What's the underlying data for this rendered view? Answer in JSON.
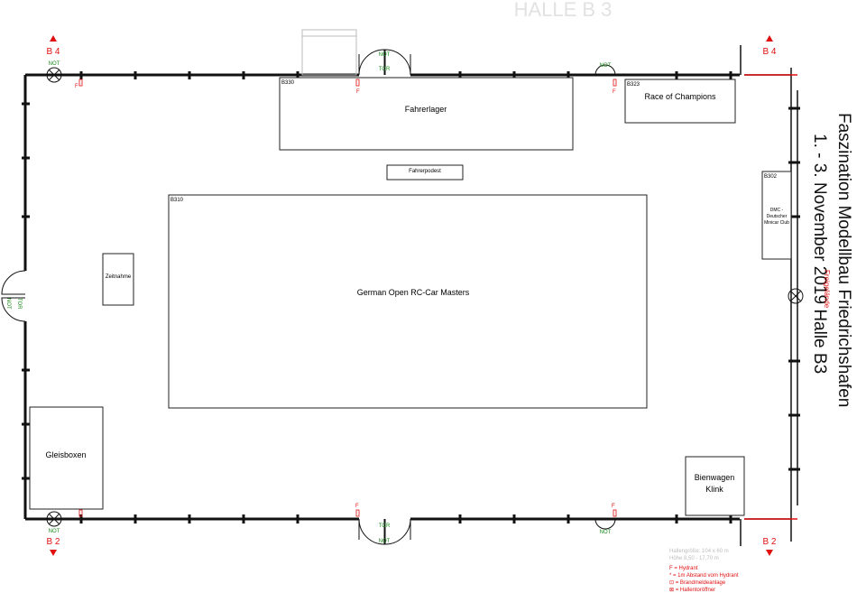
{
  "header": {
    "hall_watermark": "HALLE  B 3"
  },
  "exits": {
    "top_left": "B 4",
    "top_right": "B 4",
    "bottom_left": "B 2",
    "bottom_right": "B 2"
  },
  "doors": {
    "not_label": "NOT",
    "tor_label": "TOR"
  },
  "booths": {
    "fahrerlager": {
      "code": "B330",
      "name": "Fahrerlager"
    },
    "race_of_champions": {
      "code": "B323",
      "name": "Race of Champions"
    },
    "fahrerpodest": {
      "name": "Fahrerpodest"
    },
    "german_open": {
      "code": "B310",
      "name": "German Open RC-Car Masters"
    },
    "zeitnahme": {
      "name": "Zeitnahme"
    },
    "dmc": {
      "code": "B302",
      "line1": "DMC -",
      "line2": "Deutscher",
      "line3": "Minicar Club"
    },
    "gleisboxen": {
      "name": "Gleisboxen"
    },
    "bienwagen": {
      "line1": "Bienwagen",
      "line2": "Klink"
    }
  },
  "title": {
    "line1": "Faszination Modellbau Friedrichshafen",
    "line2": "1. - 3. November 2019    Halle B3"
  },
  "freigelaende": "Freigelände",
  "hydrant_mark": "F",
  "legend": {
    "dims1": "Hallengröße: 104 x 60 m",
    "dims2": "Höhe 8,50 - 17,70 m",
    "hydrant": "F = Hydrant",
    "distance": "* = 1m Abstand vom Hydrant",
    "fire_alarm": "⊡ = Brandmeldeanlage",
    "hall_opener": "⊠ = Hallentoröffner"
  },
  "colors": {
    "exit_red": "#e01010",
    "door_green": "#1a8a1a",
    "wall": "#111111"
  }
}
